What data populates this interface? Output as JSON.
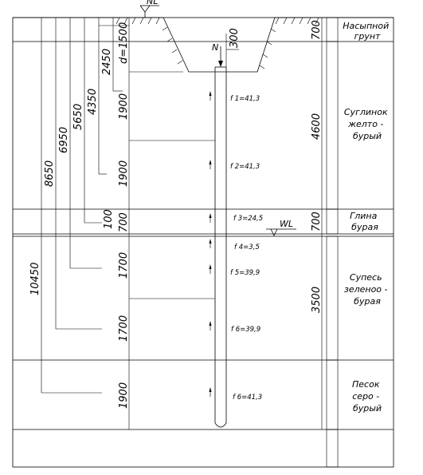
{
  "surface_label": "NL",
  "water_label": "WL",
  "pile_force_label": "N",
  "pile_head_offset": "300",
  "pile_diameter_label": "d=1500",
  "cumulative_depths": [
    "10450",
    "8650",
    "6950",
    "5650",
    "4350",
    "2450"
  ],
  "sublayer_thicknesses": [
    "1900",
    "1900",
    "100",
    "700",
    "1700",
    "1700",
    "1900"
  ],
  "layer_thicknesses": [
    "700",
    "4600",
    "700",
    "3500"
  ],
  "soils": [
    {
      "lines": [
        "Насыпной",
        "грунт"
      ]
    },
    {
      "lines": [
        "Суглинок",
        "желто -",
        "бурый"
      ]
    },
    {
      "lines": [
        "Глина",
        "бурая"
      ]
    },
    {
      "lines": [
        "Супесь",
        "зеленоо -",
        "бурая"
      ]
    },
    {
      "lines": [
        "Песок",
        "серо -",
        "бурый"
      ]
    }
  ],
  "friction_forces": [
    "f 1=41,3",
    "f 2=41,3",
    "f 3=24,5",
    "f 4=3,5",
    "f 5=39,9",
    "f 6=39,9",
    "f 6=41,3"
  ]
}
